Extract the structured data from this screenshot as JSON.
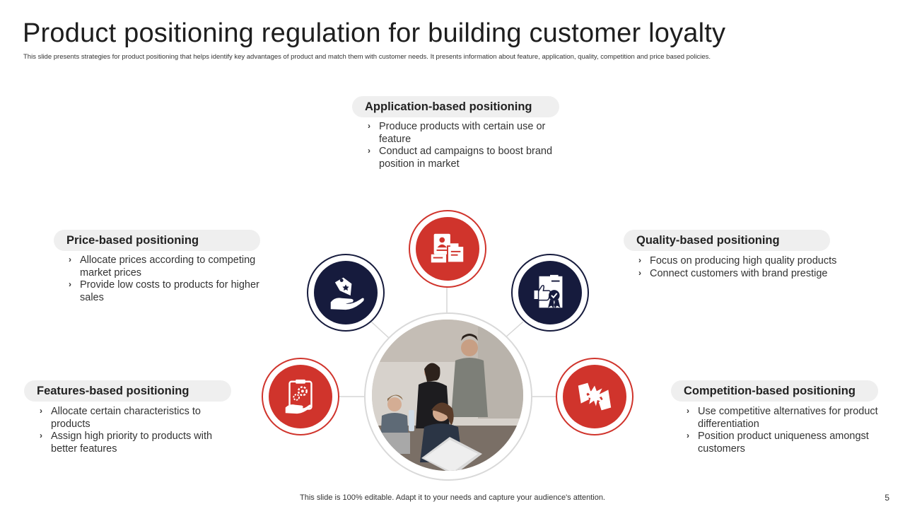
{
  "title": "Product positioning regulation for building customer loyalty",
  "subtitle": "This slide presents strategies for product positioning that helps identify key advantages of product and match them with customer needs. It presents information about feature, application, quality, competition and price based policies.",
  "sections": {
    "application": {
      "heading": "Application-based positioning",
      "bullets": [
        "Produce products with certain use or feature",
        "Conduct ad campaigns to boost brand position in market"
      ]
    },
    "price": {
      "heading": "Price-based positioning",
      "bullets": [
        "Allocate prices according to competing market prices",
        "Provide low costs to products for higher sales"
      ]
    },
    "quality": {
      "heading": "Quality-based positioning",
      "bullets": [
        "Focus on producing high quality products",
        "Connect customers with brand prestige"
      ]
    },
    "features": {
      "heading": "Features-based positioning",
      "bullets": [
        "Allocate certain characteristics to products",
        "Assign high priority to products with better features"
      ]
    },
    "competition": {
      "heading": "Competition-based positioning",
      "bullets": [
        "Use competitive alternatives for product differentiation",
        "Position product uniqueness amongst customers"
      ]
    }
  },
  "icons": {
    "application": "id-card-folder-icon",
    "price": "hand-price-tag-icon",
    "quality": "certificate-thumbs-up-icon",
    "features": "clipboard-gear-icon",
    "competition": "breaking-puzzle-icon"
  },
  "colors": {
    "red": "#d0342c",
    "navy": "#161b3d",
    "pill": "#efefef"
  },
  "footer": "This slide is 100% editable. Adapt it to your needs and capture your audience's attention.",
  "page_number": "5"
}
